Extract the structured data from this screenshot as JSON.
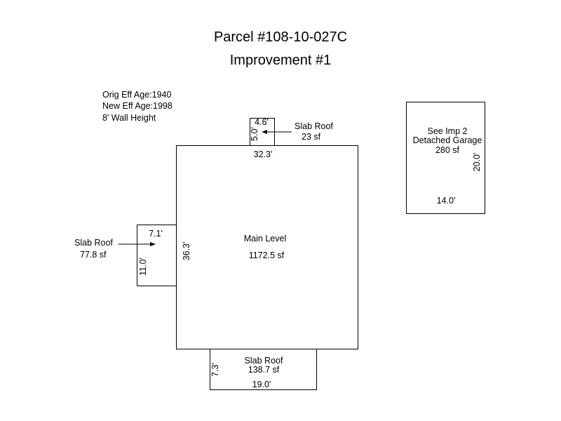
{
  "header": {
    "parcel": "Parcel #108-10-027C",
    "improvement": "Improvement #1"
  },
  "notes": {
    "orig_eff_age": "Orig Eff Age:1940",
    "new_eff_age": "New Eff Age:1998",
    "wall_height": "8' Wall Height"
  },
  "main_level": {
    "name": "Main Level",
    "area": "1172.5 sf",
    "width_dim": "32.3'",
    "height_dim": "36.3'"
  },
  "slab_roof_top": {
    "name": "Slab Roof",
    "area": "23 sf",
    "width_dim": "4.6'",
    "height_dim": "5.0'"
  },
  "slab_roof_left": {
    "name": "Slab Roof",
    "area": "77.8 sf",
    "width_dim": "7.1'",
    "height_dim": "11.0'"
  },
  "slab_roof_bottom": {
    "name": "Slab Roof",
    "area": "138.7 sf",
    "width_dim": "19.0'",
    "height_dim": "7.3'"
  },
  "garage": {
    "line1": "See Imp 2",
    "line2": "Detached Garage",
    "area": "280 sf",
    "width_dim": "14.0'",
    "height_dim": "20.0'"
  }
}
